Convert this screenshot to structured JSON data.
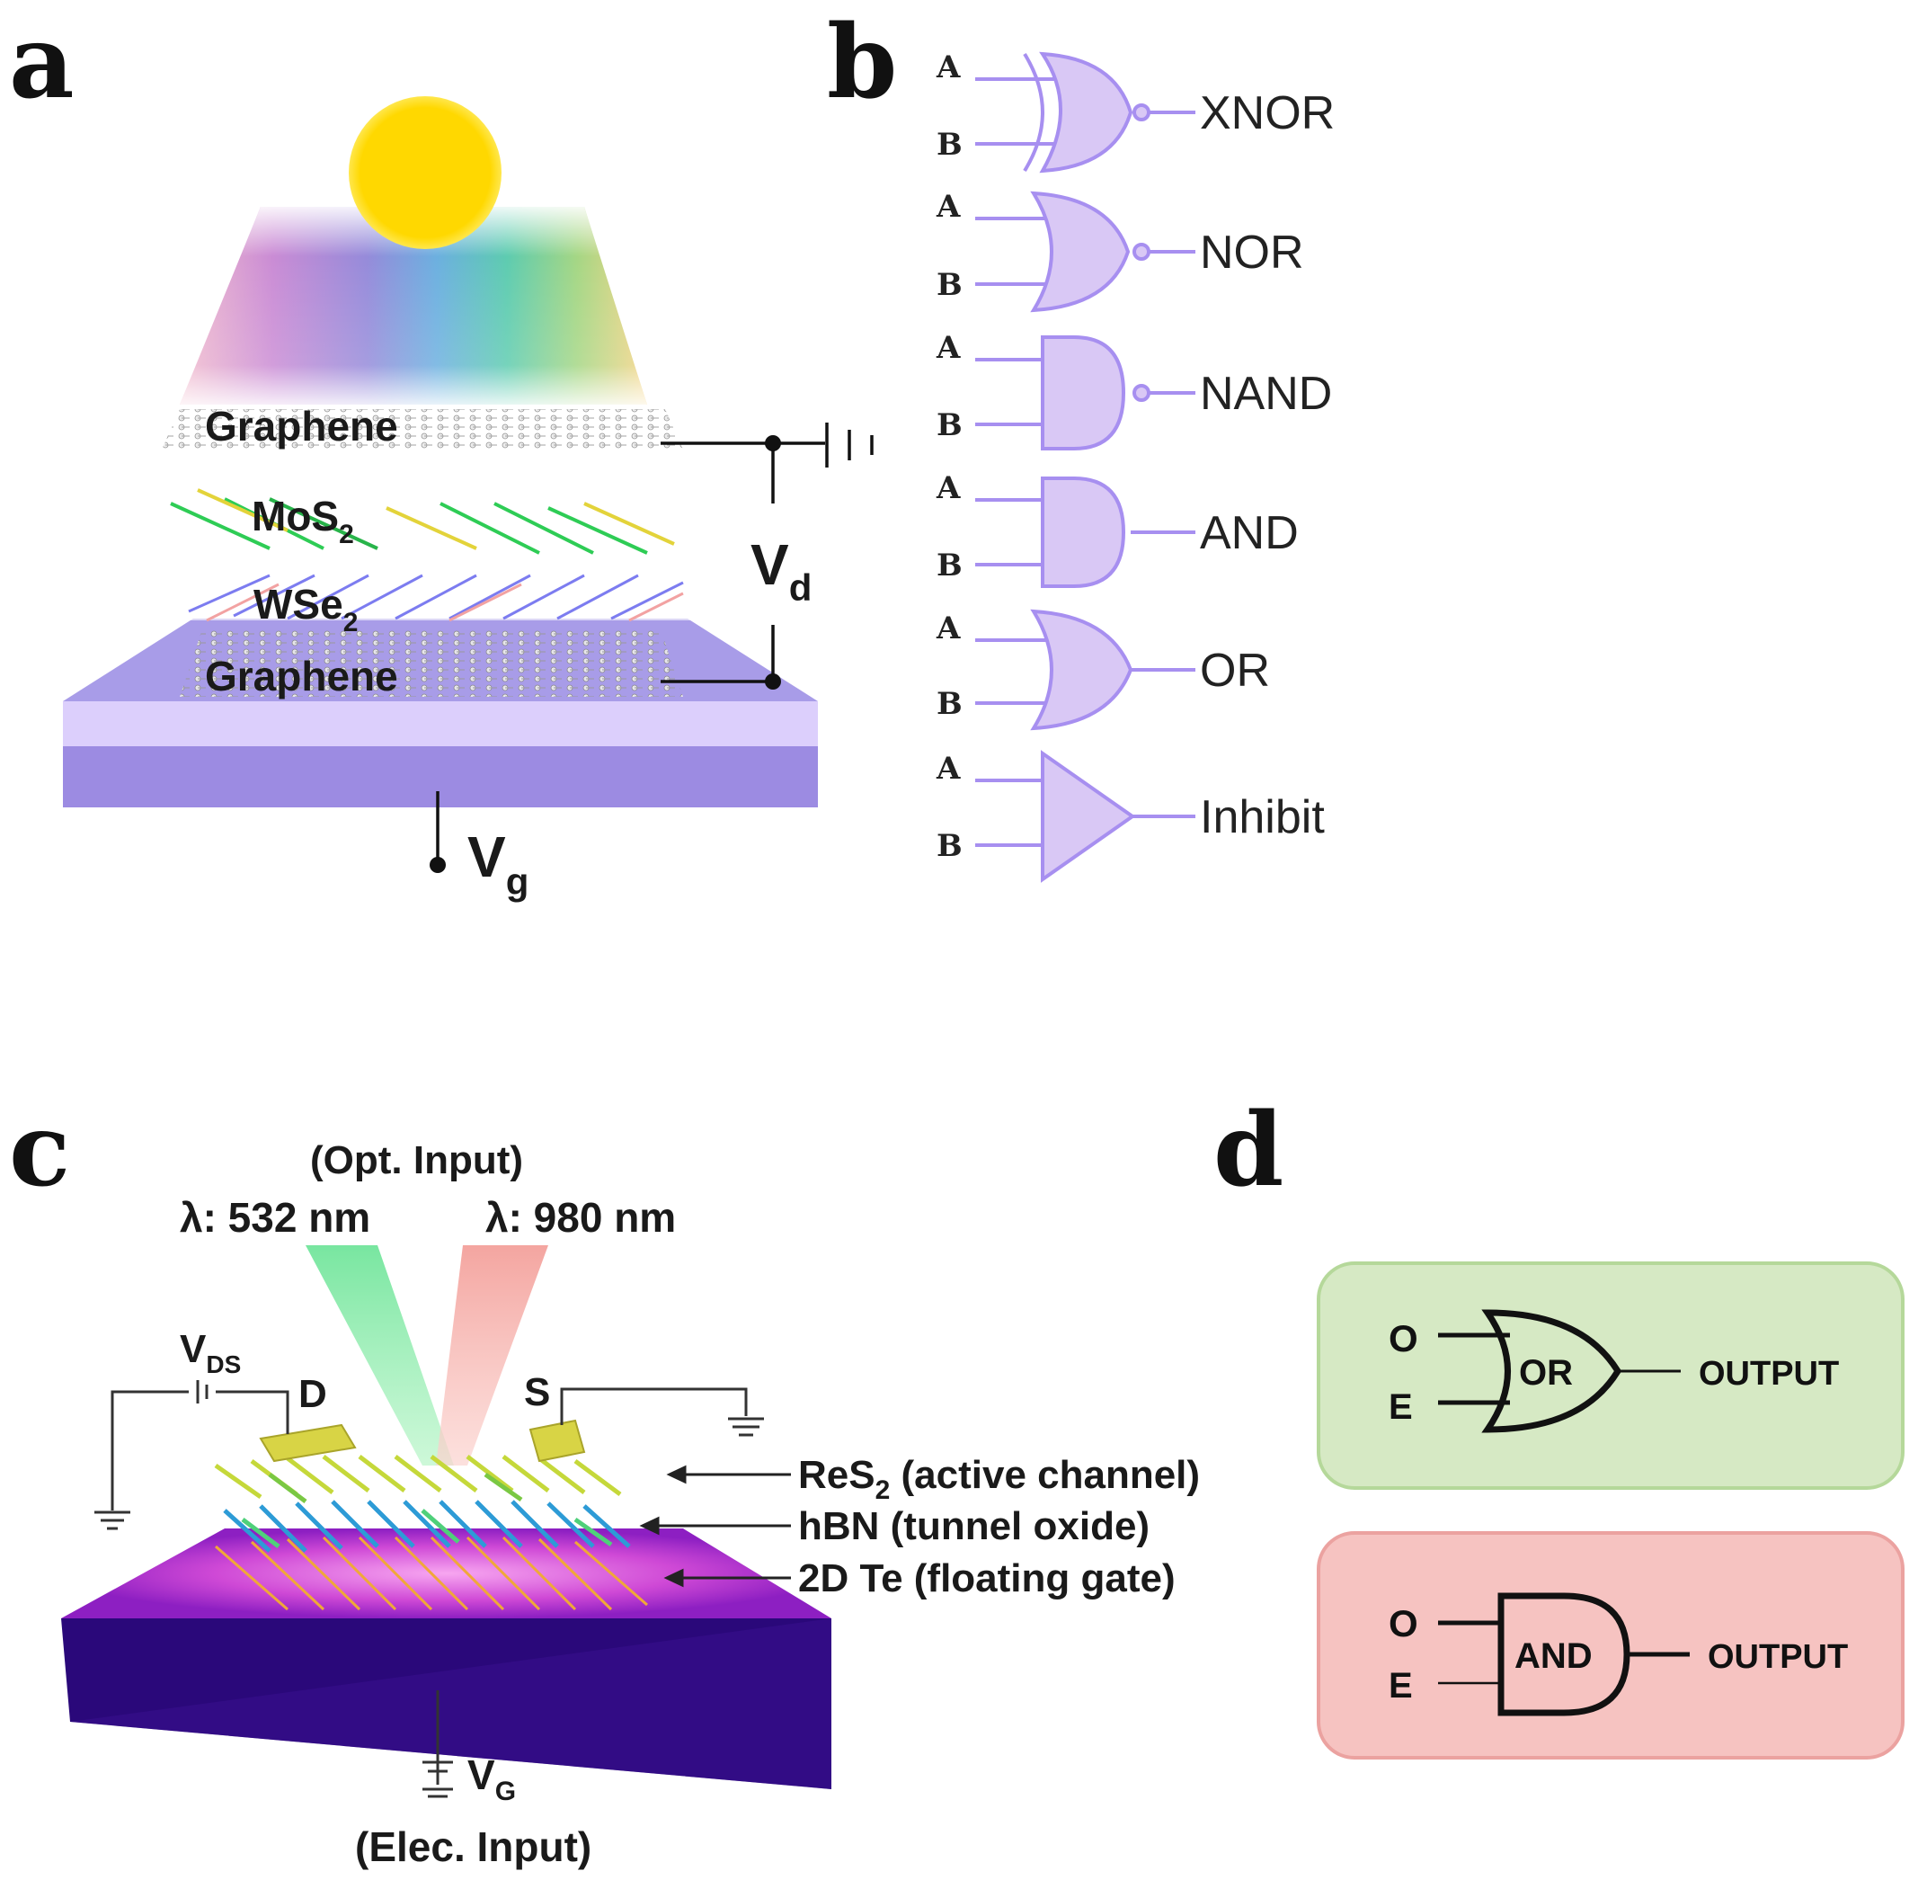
{
  "panels": {
    "a": {
      "letter": "a",
      "layers": [
        "Graphene",
        "MoS",
        "WSe",
        "Graphene"
      ],
      "subscript": "2",
      "vd": "V",
      "vd_sub": "d",
      "vg": "V",
      "vg_sub": "g"
    },
    "b": {
      "letter": "b",
      "input_a": "A",
      "input_b": "B",
      "gates": [
        "XNOR",
        "NOR",
        "NAND",
        "AND",
        "OR",
        "Inhibit"
      ]
    },
    "c": {
      "letter": "c",
      "opt_input": "(Opt. Input)",
      "lambda1": "λ: 532 nm",
      "lambda2": "λ: 980 nm",
      "vds": "V",
      "vds_sub": "DS",
      "drain": "D",
      "source": "S",
      "layer1_a": "ReS",
      "layer1_sub": "2",
      "layer1_b": " (active channel)",
      "layer2": "hBN (tunnel oxide)",
      "layer3": "2D Te (floating gate)",
      "vg": "V",
      "vg_sub": "G",
      "elec_input": "(Elec. Input)"
    },
    "d": {
      "letter": "d",
      "box1": {
        "in1": "O",
        "in2": "E",
        "gate": "OR",
        "out": "OUTPUT",
        "color": "#d6e9c4"
      },
      "box2": {
        "in1": "O",
        "in2": "E",
        "gate": "AND",
        "out": "OUTPUT",
        "color": "#f6c3c1"
      }
    }
  },
  "colors": {
    "gate_fill": "#d9c8f5",
    "gate_stroke": "#a78ff0",
    "substrate_top": "#a99be6",
    "substrate_mid": "#d9ccfb",
    "substrate_bottom": "#9b8ae0",
    "sun": "#ffd800"
  }
}
